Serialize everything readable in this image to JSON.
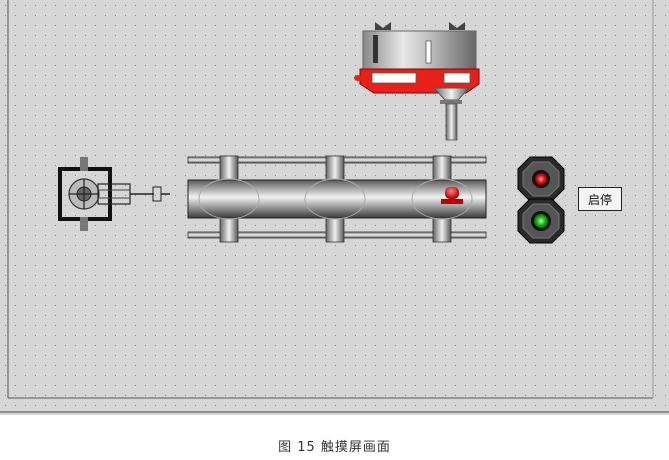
{
  "hmi": {
    "start_stop_label": "启停"
  },
  "figure": {
    "caption": "图 15  触摸屏画面"
  },
  "indicators": [
    {
      "name": "red-indicator",
      "color": "#ff2020"
    },
    {
      "name": "green-indicator",
      "color": "#22d022"
    }
  ],
  "colors": {
    "panel_bg": "#d6d6d6",
    "grid_dot": "#8a8a8a",
    "hopper_red": "#e8201a"
  }
}
